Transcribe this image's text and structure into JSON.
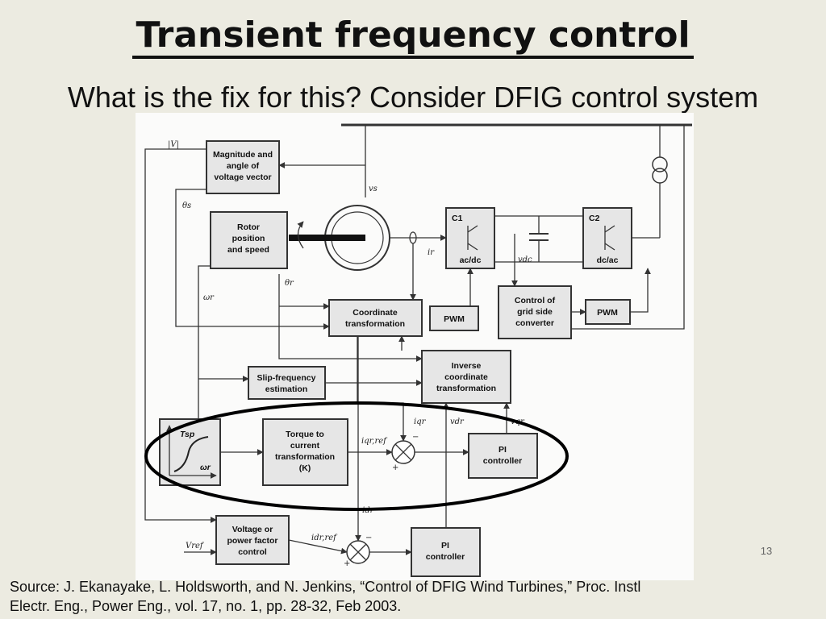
{
  "slide": {
    "title": "Transient frequency control",
    "subtitle": "What is the fix for this? Consider DFIG control system",
    "page_number": "13",
    "source_line1": "Source: J. Ekanayake, L. Holdsworth, and N. Jenkins, “Control of DFIG Wind Turbines,” Proc. Instl",
    "source_line2": "Electr. Eng., Power Eng., vol. 17, no. 1, pp. 28-32, Feb 2003."
  },
  "diagram": {
    "blocks": {
      "magnitude": [
        "Magnitude and",
        "angle of",
        "voltage vector"
      ],
      "rotor": [
        "Rotor",
        "position",
        "and speed"
      ],
      "coord": [
        "Coordinate",
        "transformation"
      ],
      "pwm1": [
        "PWM"
      ],
      "c1_name": "C1",
      "c1_type": "ac/dc",
      "c2_name": "C2",
      "c2_type": "dc/ac",
      "grid": [
        "Control of",
        "grid side",
        "converter"
      ],
      "pwm2": [
        "PWM"
      ],
      "inverse": [
        "Inverse",
        "coordinate",
        "transformation"
      ],
      "slip": [
        "Slip-frequency",
        "estimation"
      ],
      "torque": [
        "Torque to",
        "current",
        "transformation",
        "(K)"
      ],
      "pi1": [
        "PI",
        "controller"
      ],
      "voltage": [
        "Voltage or",
        "power factor",
        "control"
      ],
      "pi2": [
        "PI",
        "controller"
      ]
    },
    "labels": {
      "v_mag": "|V|",
      "theta_s": "θs",
      "omega_r": "ωr",
      "theta_r": "θr",
      "vs": "vs",
      "ir": "ir",
      "vdc": "vdc",
      "iqr": "iqr",
      "vdr": "vdr",
      "vqr": "vqr",
      "iqr_ref": "iqr,ref",
      "idr": "idr",
      "idr_ref": "idr,ref",
      "v_ref": "Vref",
      "t_sp": "Tsp",
      "omega_axis": "ωr",
      "plus1": "+",
      "minus1": "−",
      "plus2": "+",
      "minus2": "−"
    }
  }
}
